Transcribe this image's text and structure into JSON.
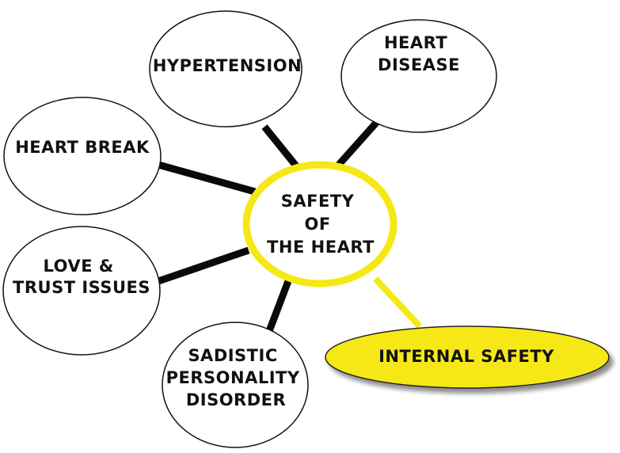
{
  "diagram": {
    "center": {
      "lines": [
        "SAFETY",
        "OF",
        "THE HEART"
      ],
      "ring_color": "#f5e814"
    },
    "nodes": [
      {
        "id": "hypertension",
        "lines": [
          "HYPERTENSION"
        ]
      },
      {
        "id": "heart-disease",
        "lines": [
          "HEART",
          "DISEASE"
        ]
      },
      {
        "id": "heart-break",
        "lines": [
          "HEART BREAK"
        ]
      },
      {
        "id": "love-trust",
        "lines": [
          "LOVE &",
          "TRUST ISSUES"
        ]
      },
      {
        "id": "sadistic",
        "lines": [
          "SADISTIC",
          "PERSONALITY",
          "DISORDER"
        ]
      },
      {
        "id": "internal-safety",
        "lines": [
          "INTERNAL SAFETY"
        ],
        "fill_color": "#f5e814"
      }
    ],
    "connector_color": "#0a0a0a",
    "highlight_connector_color": "#f5e814"
  }
}
